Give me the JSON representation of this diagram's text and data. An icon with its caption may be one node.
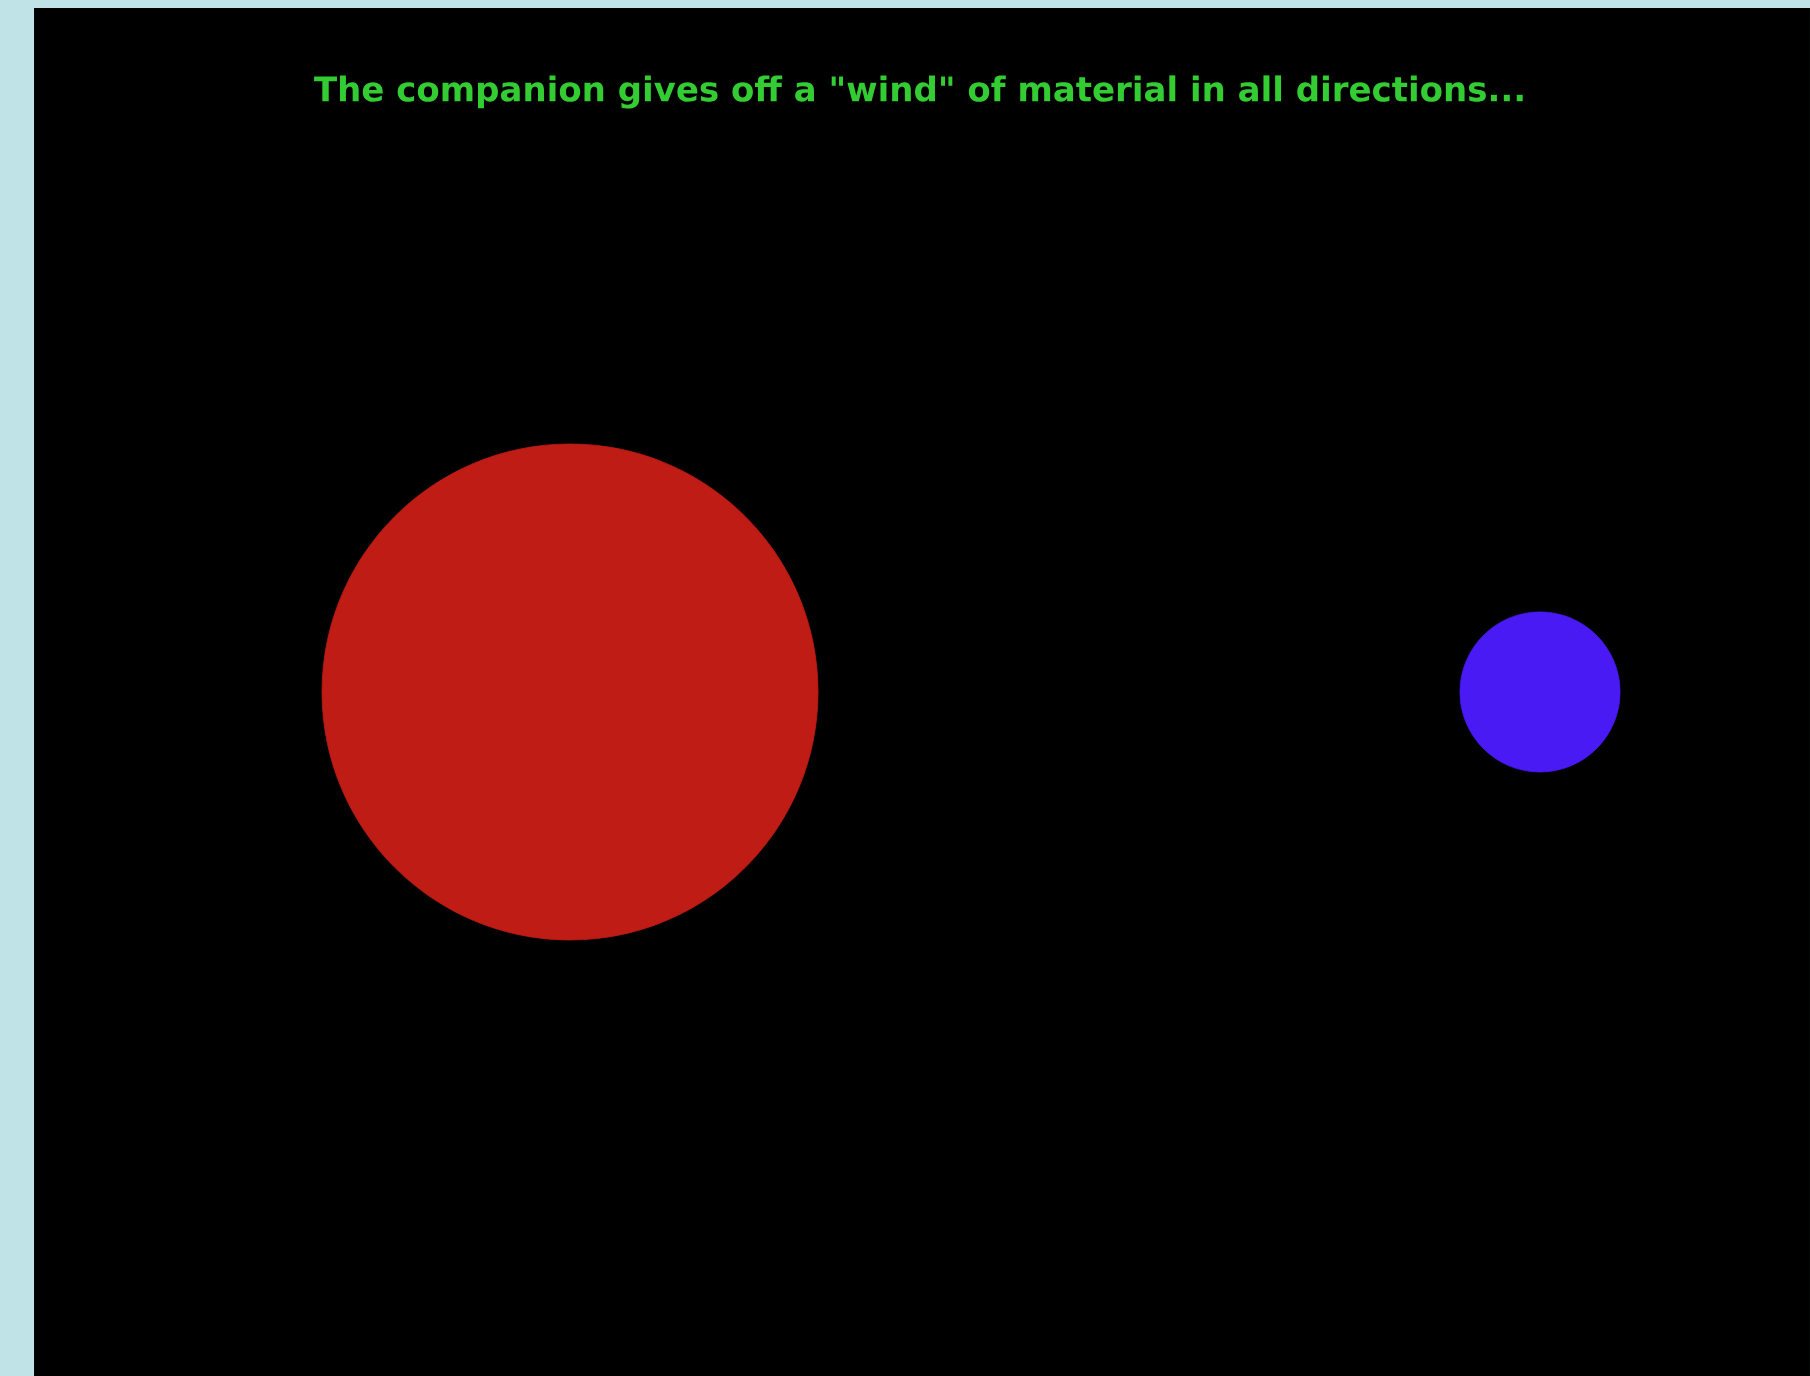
{
  "diagram": {
    "title": "The companion gives off a \"wind\" of material in all directions...",
    "nodes": [
      {
        "text": [],
        "shape": "circle"
      },
      {
        "text": [],
        "shape": "circle"
      }
    ]
  }
}
